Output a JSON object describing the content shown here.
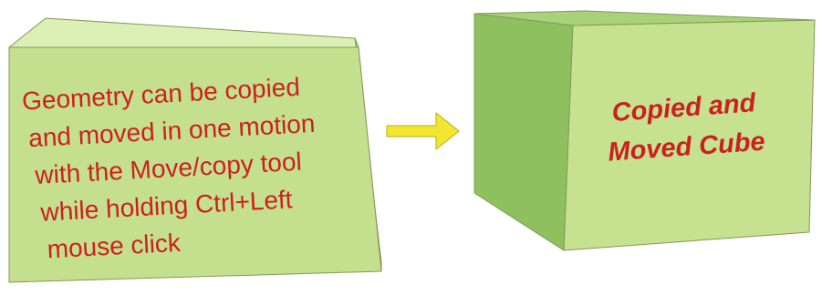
{
  "colors": {
    "background": "#ffffff",
    "cube_top": "#dcefb4",
    "cube_front_left": "#c4e08e",
    "cube_side_left": "#a9cf6e",
    "cube_front_right": "#c6e190",
    "cube_side_right": "#8fc060",
    "cube_top_right": "#a9d17a",
    "edge": "#7f9a58",
    "text": "#cc2020",
    "arrow_fill": "#f2e631",
    "arrow_stroke": "#b8aa1e"
  },
  "left_cube": {
    "lines": [
      "Geometry can be copied",
      "and moved in one motion",
      "with the Move/copy tool",
      "while holding Ctrl+Left",
      "mouse click"
    ]
  },
  "right_cube": {
    "lines": [
      "Copied and",
      "Moved Cube"
    ]
  },
  "arrow": {
    "icon": "right-arrow-icon"
  }
}
